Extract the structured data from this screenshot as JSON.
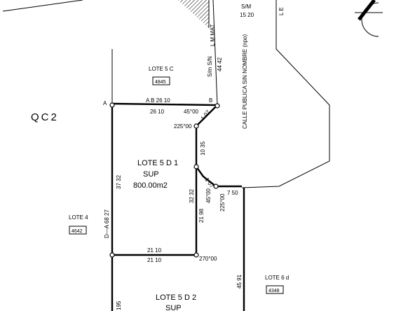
{
  "plan": {
    "zone": "QC2",
    "street": "CALLE PUBLICA SIN NOMBRE (npo)",
    "points": {
      "a": "A",
      "b": "B"
    },
    "lots": {
      "lote5c": {
        "name": "LOTE 5 C",
        "code": "4845"
      },
      "lote4": {
        "name": "LOTE 4",
        "code": "4642"
      },
      "lote6d": {
        "name": "LOTE 6 d",
        "code": "4348"
      },
      "lote5d1": {
        "name": "LOTE 5 D 1",
        "sup": "SUP",
        "area": "800.00m2"
      },
      "lote5d2": {
        "name": "LOTE 5 D 2",
        "sup": "SUP"
      }
    },
    "measures": {
      "ab_top": "A B 26 10",
      "ab_bottom": "26 10",
      "angle_b": "45°00",
      "seg_107": "1 07",
      "angle_225a": "225°00",
      "seg_1035": "10 35",
      "seg_1_07b": "1 07",
      "angle_45b": "45°00",
      "angle_225b": "225°00",
      "seg_750": "7 50",
      "seg_3232": "32 32",
      "seg_2198": "21 98",
      "seg_2110_top": "21 10",
      "seg_2110_bottom": "21 10",
      "angle_270": "270°00",
      "seg_3732": "37 32",
      "seg_da6827": "D—A 68 27",
      "seg_4591": "45 91",
      "seg_195": "195",
      "lmmat": "L M MAT",
      "sm_top": "S/M",
      "sm_val": "15 20",
      "sm_side": "S/m S/N",
      "sm_side_val": "44 42",
      "le": "L E"
    }
  }
}
